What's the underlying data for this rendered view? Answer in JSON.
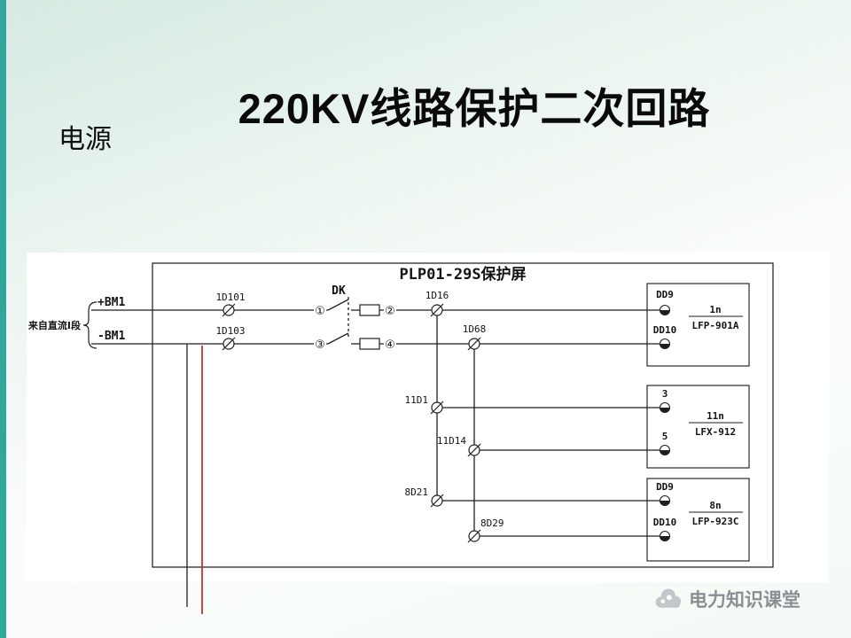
{
  "slide": {
    "title": "220KV线路保护二次回路",
    "power_label": "电源"
  },
  "diagram": {
    "panel_title": "PLP01-29S保护屏",
    "dc_source_label": "来自直流I段",
    "bus": {
      "positive": "+BM1",
      "negative": "-BM1"
    },
    "switch_label": "DK",
    "contacts": [
      "①",
      "②",
      "③",
      "④"
    ],
    "terminals": {
      "row1_left": "1D101",
      "row2_left": "1D103",
      "col1_top": "1D16",
      "col2_top": "1D68",
      "col1_mid": "11D1",
      "col2_mid": "11D14",
      "col1_bottom": "8D21",
      "col2_bottom": "8D29"
    },
    "devices": [
      {
        "top_terminal": "DD9",
        "bottom_terminal": "DD10",
        "code": "1n",
        "model": "LFP-901A"
      },
      {
        "top_terminal": "3",
        "bottom_terminal": "5",
        "code": "11n",
        "model": "LFX-912"
      },
      {
        "top_terminal": "DD9",
        "bottom_terminal": "DD10",
        "code": "8n",
        "model": "LFP-923C"
      }
    ]
  },
  "footer": {
    "brand": "电力知识课堂"
  },
  "colors": {
    "accent_bar": "#2fa79b",
    "diagram_line": "#1f1f1f",
    "highlight_line": "#c4281e",
    "brand_text": "#8a8f94"
  }
}
